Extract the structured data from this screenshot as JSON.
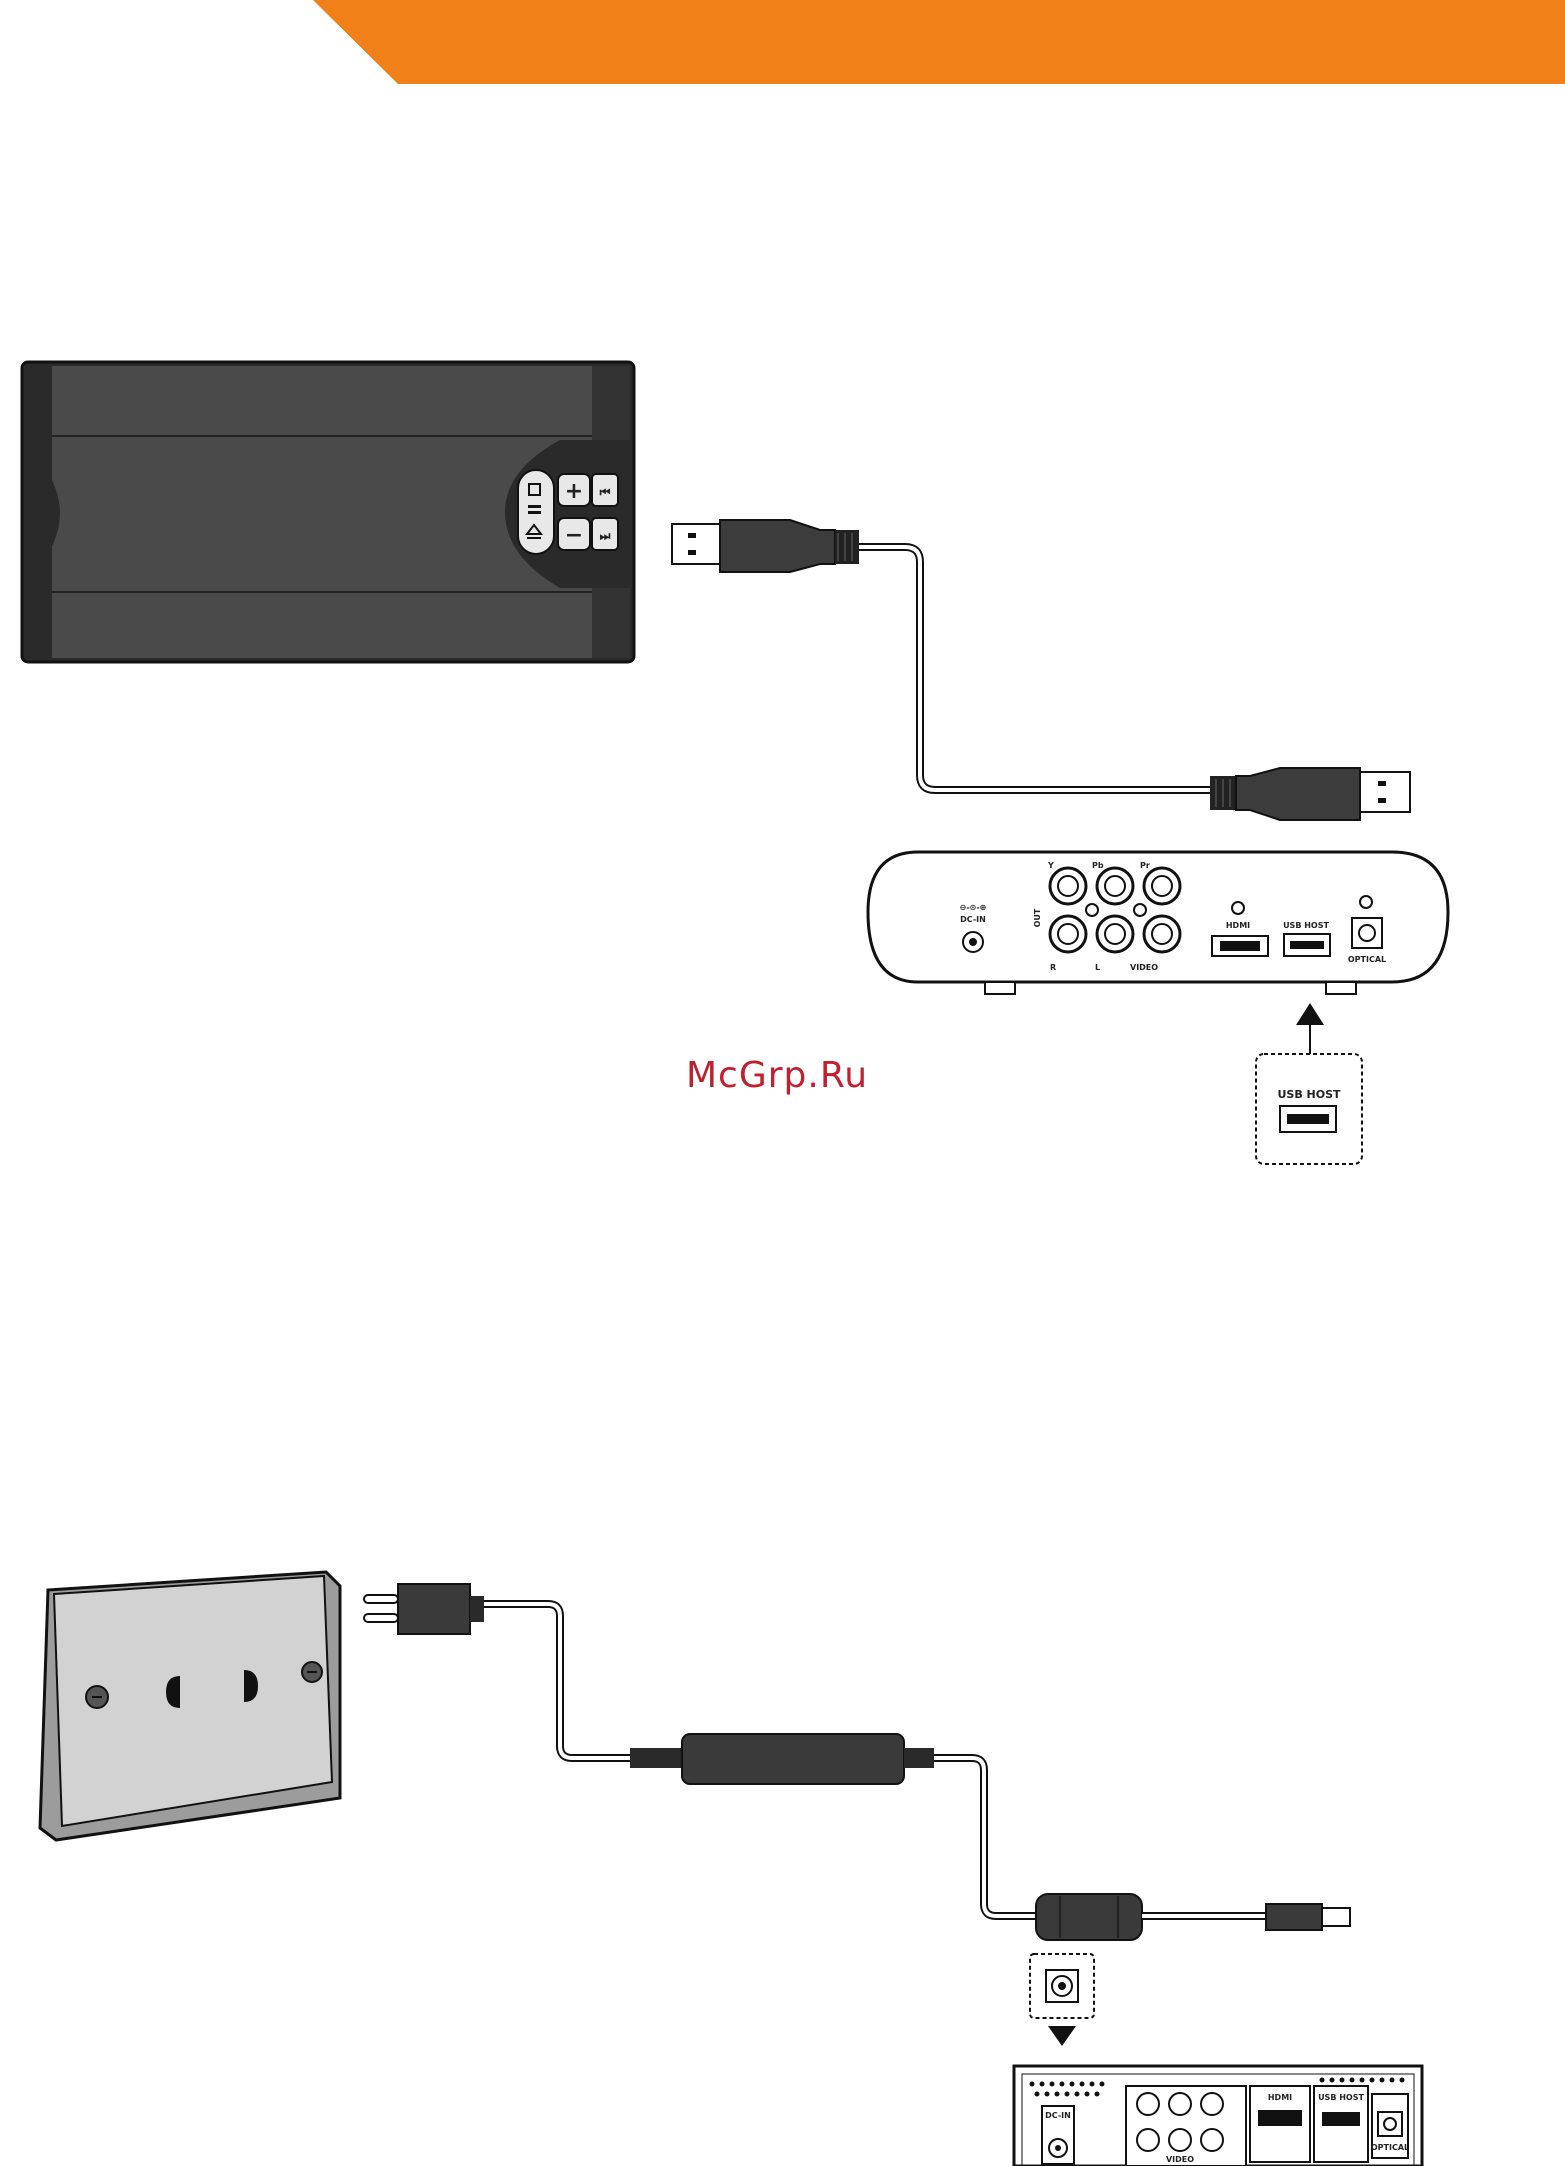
{
  "colors": {
    "orange_band": "#f28018",
    "device_dark": "#2e2e2e",
    "device_mid": "#4a4a4a",
    "outline": "#111111",
    "wall_plate": "#d2d2d2",
    "watermark": "#c0212f"
  },
  "icons": {
    "plus": "plus-icon",
    "minus": "minus-icon",
    "stop": "stop-icon",
    "pause": "pause-icon",
    "eject": "eject-icon",
    "previous": "previous-track-icon",
    "next": "next-track-icon"
  },
  "usb_diagram": {
    "player_rear_labels": {
      "dc_in": "DC-IN",
      "out": "OUT",
      "y": "Y",
      "pb": "Pb",
      "pr": "Pr",
      "r": "R",
      "l": "L",
      "video": "VIDEO",
      "hdmi": "HDMI",
      "usb_host": "USB HOST",
      "optical": "OPTICAL"
    },
    "callout_label": "USB HOST"
  },
  "power_diagram": {
    "player_rear_labels": {
      "dc_in": "DC-IN",
      "video": "VIDEO",
      "hdmi": "HDMI",
      "usb_host": "USB HOST",
      "optical": "OPTICAL"
    }
  },
  "watermark": "McGrp.Ru"
}
